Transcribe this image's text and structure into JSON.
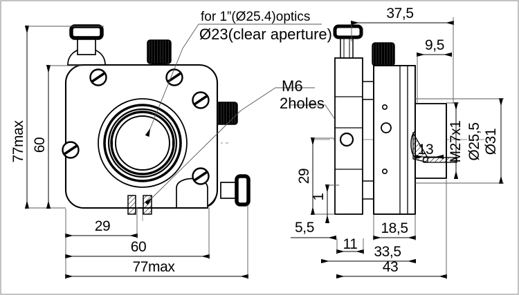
{
  "drawing": {
    "title": "optical mount dimensioned technical drawing",
    "units_note": "millimetres",
    "line_color": "#000000",
    "thin_line_color": "#555555",
    "fill_color": "#ffffff",
    "knob_color": "#000000"
  },
  "notes": {
    "optics_line1": "for 1”(Ø25.4)optics",
    "optics_line2": "Ø23(clear aperture)",
    "m6_line1": "M6",
    "m6_line2": "2holes"
  },
  "front_view": {
    "dimensions": {
      "height_max": "77max",
      "height_body": "60",
      "width_offset": "29",
      "width_body": "60",
      "width_max": "77max"
    }
  },
  "side_view": {
    "dimensions": {
      "top_overall": "37,5",
      "top_flange": "9,5",
      "vertical_center": "29",
      "vertical_small": "1",
      "barrel_length": "13",
      "thread": "M27x1",
      "bore": "Ø25,5",
      "outer": "Ø31",
      "base_left": "5,5",
      "base_slot": "11",
      "base_mid": "18,5",
      "base_sub": "33,5",
      "base_total": "43"
    }
  }
}
